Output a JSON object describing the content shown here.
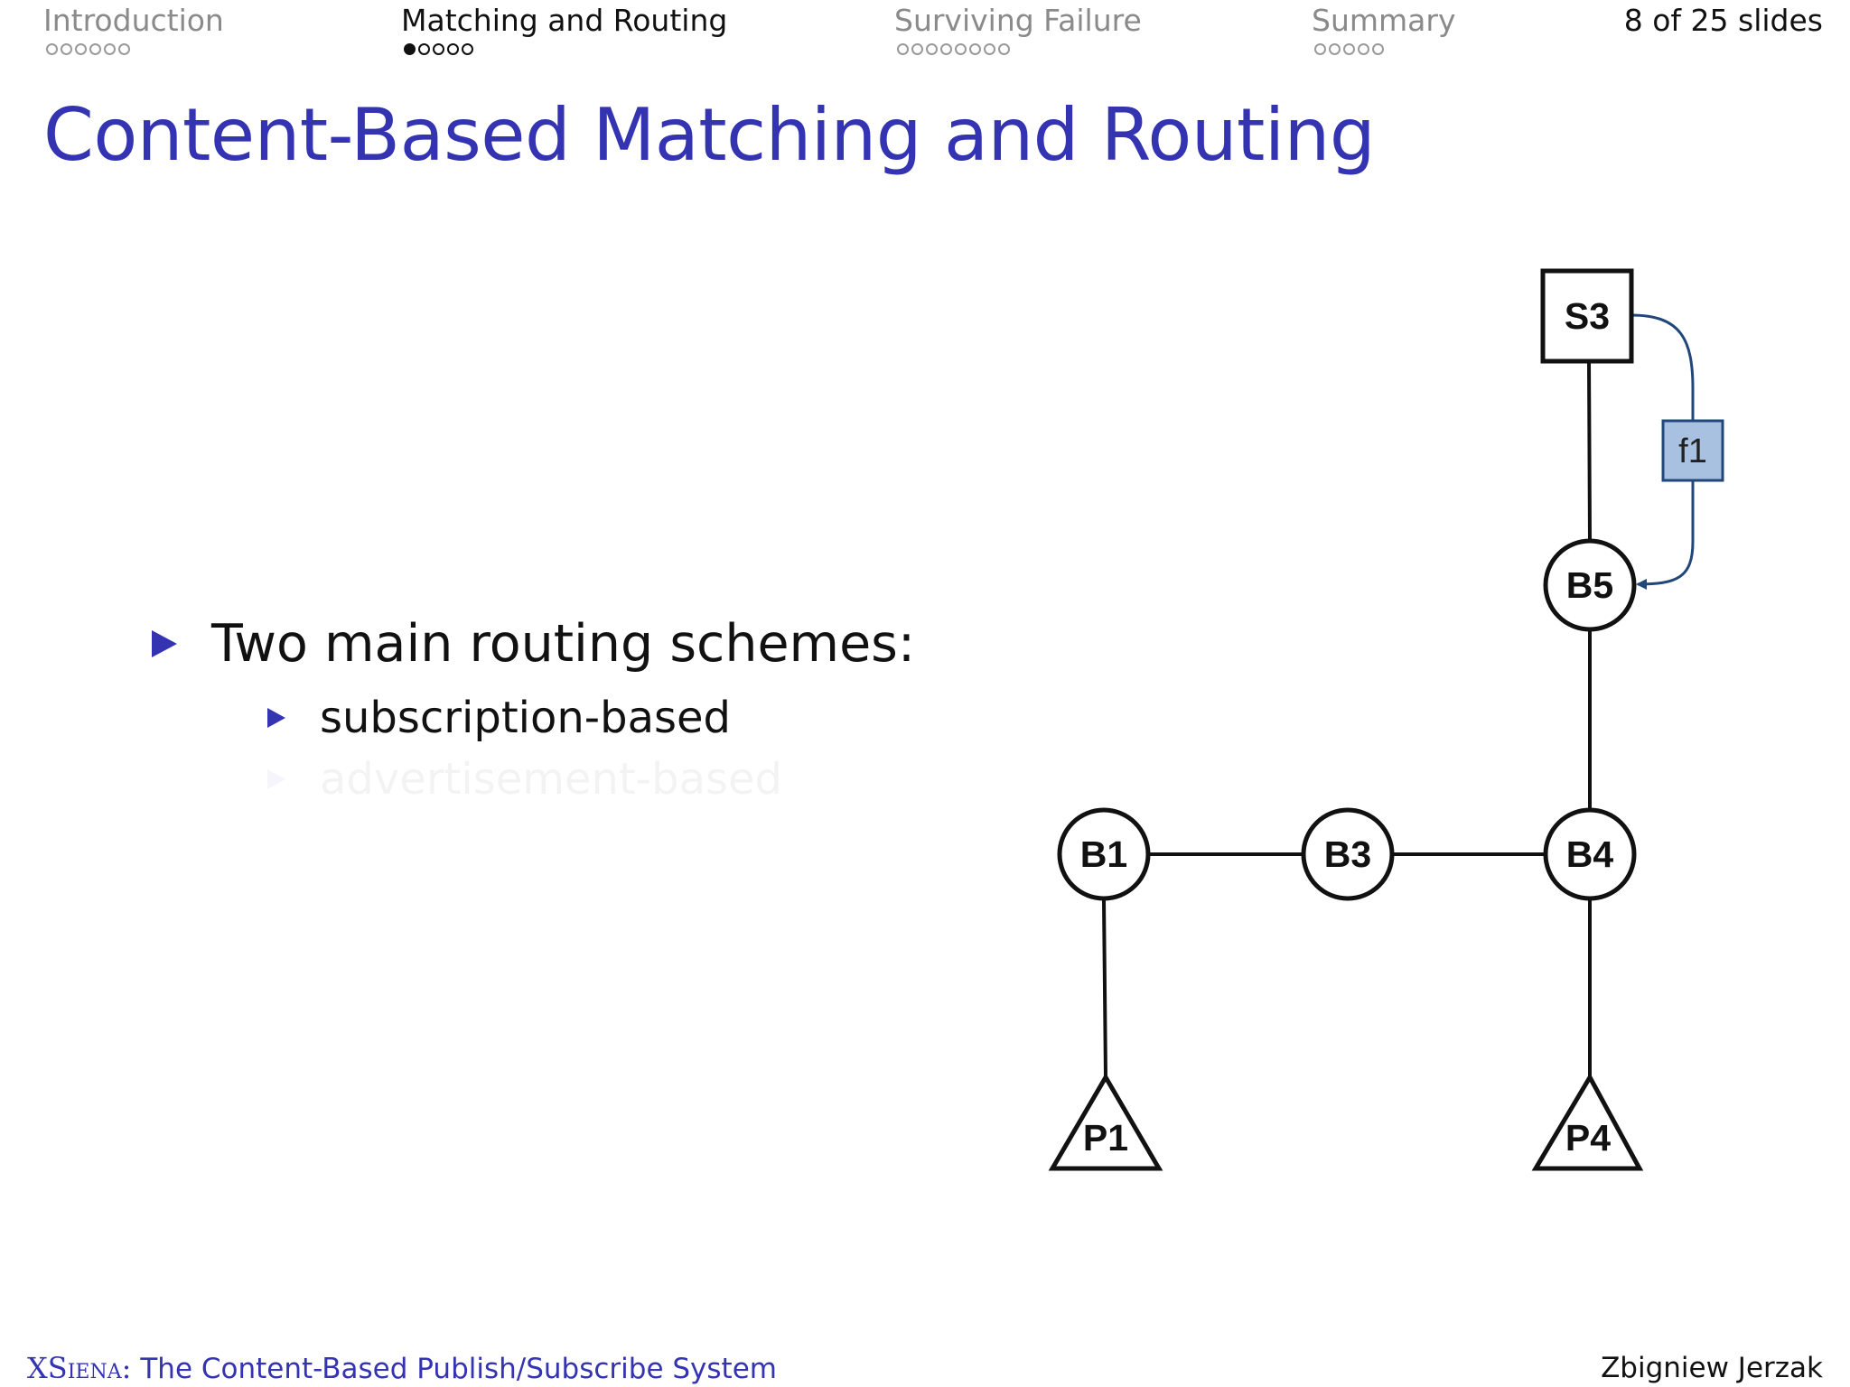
{
  "nav": {
    "sections": [
      {
        "label": "Introduction",
        "dots": 6,
        "current_dot": 0,
        "active": false
      },
      {
        "label": "Matching and Routing",
        "dots": 5,
        "current_dot": 1,
        "active": true
      },
      {
        "label": "Surviving Failure",
        "dots": 8,
        "current_dot": 0,
        "active": false
      },
      {
        "label": "Summary",
        "dots": 5,
        "current_dot": 0,
        "active": false
      }
    ],
    "slide_counter": "8 of 25 slides"
  },
  "title": "Content-Based Matching and Routing",
  "bullets": {
    "main": "Two main routing schemes:",
    "sub": [
      {
        "text": "subscription-based",
        "visible": true
      },
      {
        "text": "advertisement-based",
        "visible": false
      }
    ]
  },
  "diagram": {
    "nodes": [
      {
        "id": "S3",
        "label": "S3",
        "kind": "subscriber",
        "shape": "square"
      },
      {
        "id": "B5",
        "label": "B5",
        "kind": "broker",
        "shape": "circle"
      },
      {
        "id": "B4",
        "label": "B4",
        "kind": "broker",
        "shape": "circle"
      },
      {
        "id": "B3",
        "label": "B3",
        "kind": "broker",
        "shape": "circle"
      },
      {
        "id": "B1",
        "label": "B1",
        "kind": "broker",
        "shape": "circle"
      },
      {
        "id": "P1",
        "label": "P1",
        "kind": "publisher",
        "shape": "triangle"
      },
      {
        "id": "P4",
        "label": "P4",
        "kind": "publisher",
        "shape": "triangle"
      }
    ],
    "edges": [
      [
        "S3",
        "B5"
      ],
      [
        "B5",
        "B4"
      ],
      [
        "B4",
        "B3"
      ],
      [
        "B3",
        "B1"
      ],
      [
        "B1",
        "P1"
      ],
      [
        "B4",
        "P4"
      ]
    ],
    "filter_message": {
      "label": "f1",
      "from": "S3",
      "to": "B5",
      "fill": "#a9c1e0",
      "stroke": "#21477a"
    }
  },
  "footer": {
    "system_name": "XSiena:",
    "system_desc": "The Content-Based Publish/Subscribe System",
    "author": "Zbigniew Jerzak"
  },
  "colors": {
    "accent": "#3434b2",
    "text": "#111111",
    "nav_inactive": "#8a8a8a",
    "filter_fill": "#a9c1e0",
    "filter_stroke": "#21477a"
  }
}
